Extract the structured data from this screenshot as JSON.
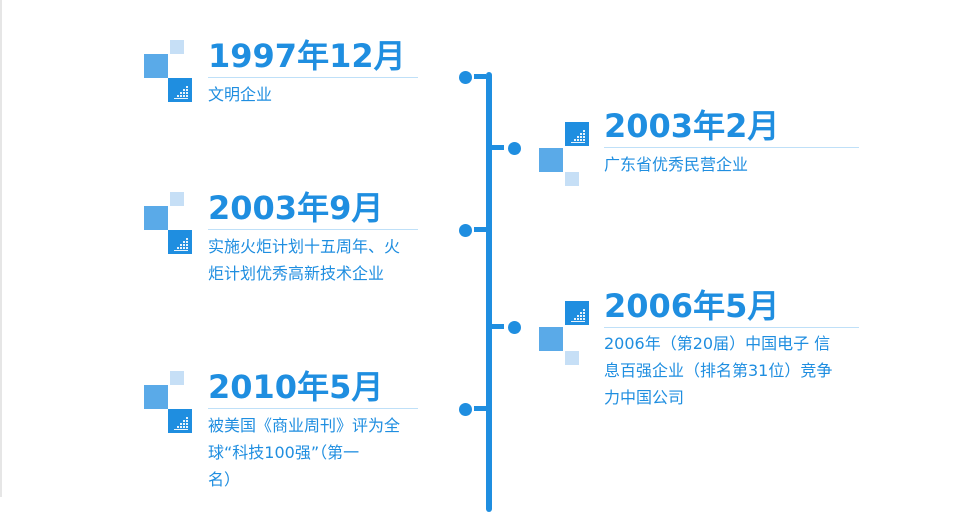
{
  "colors": {
    "accent": "#1f8ee0",
    "accent_mid": "#5aaae8",
    "accent_light": "#c6dff6",
    "rule": "#bfe0f8"
  },
  "icons": {
    "deco": "square-cluster-icon"
  },
  "timeline": {
    "left": [
      {
        "date": "1997年12月",
        "desc": "文明企业"
      },
      {
        "date": "2003年9月",
        "desc": "实施火炬计划十五周年、火\n炬计划优秀高新技术企业"
      },
      {
        "date": "2010年5月",
        "desc": "被美国《商业周刊》评为全\n球“科技100强”（第一\n名）"
      }
    ],
    "right": [
      {
        "date": "2003年2月",
        "desc": "广东省优秀民营企业"
      },
      {
        "date": "2006年5月",
        "desc": "2006年（第20届）中国电子 信\n息百强企业（排名第31位）竞争\n力中国公司"
      }
    ]
  }
}
